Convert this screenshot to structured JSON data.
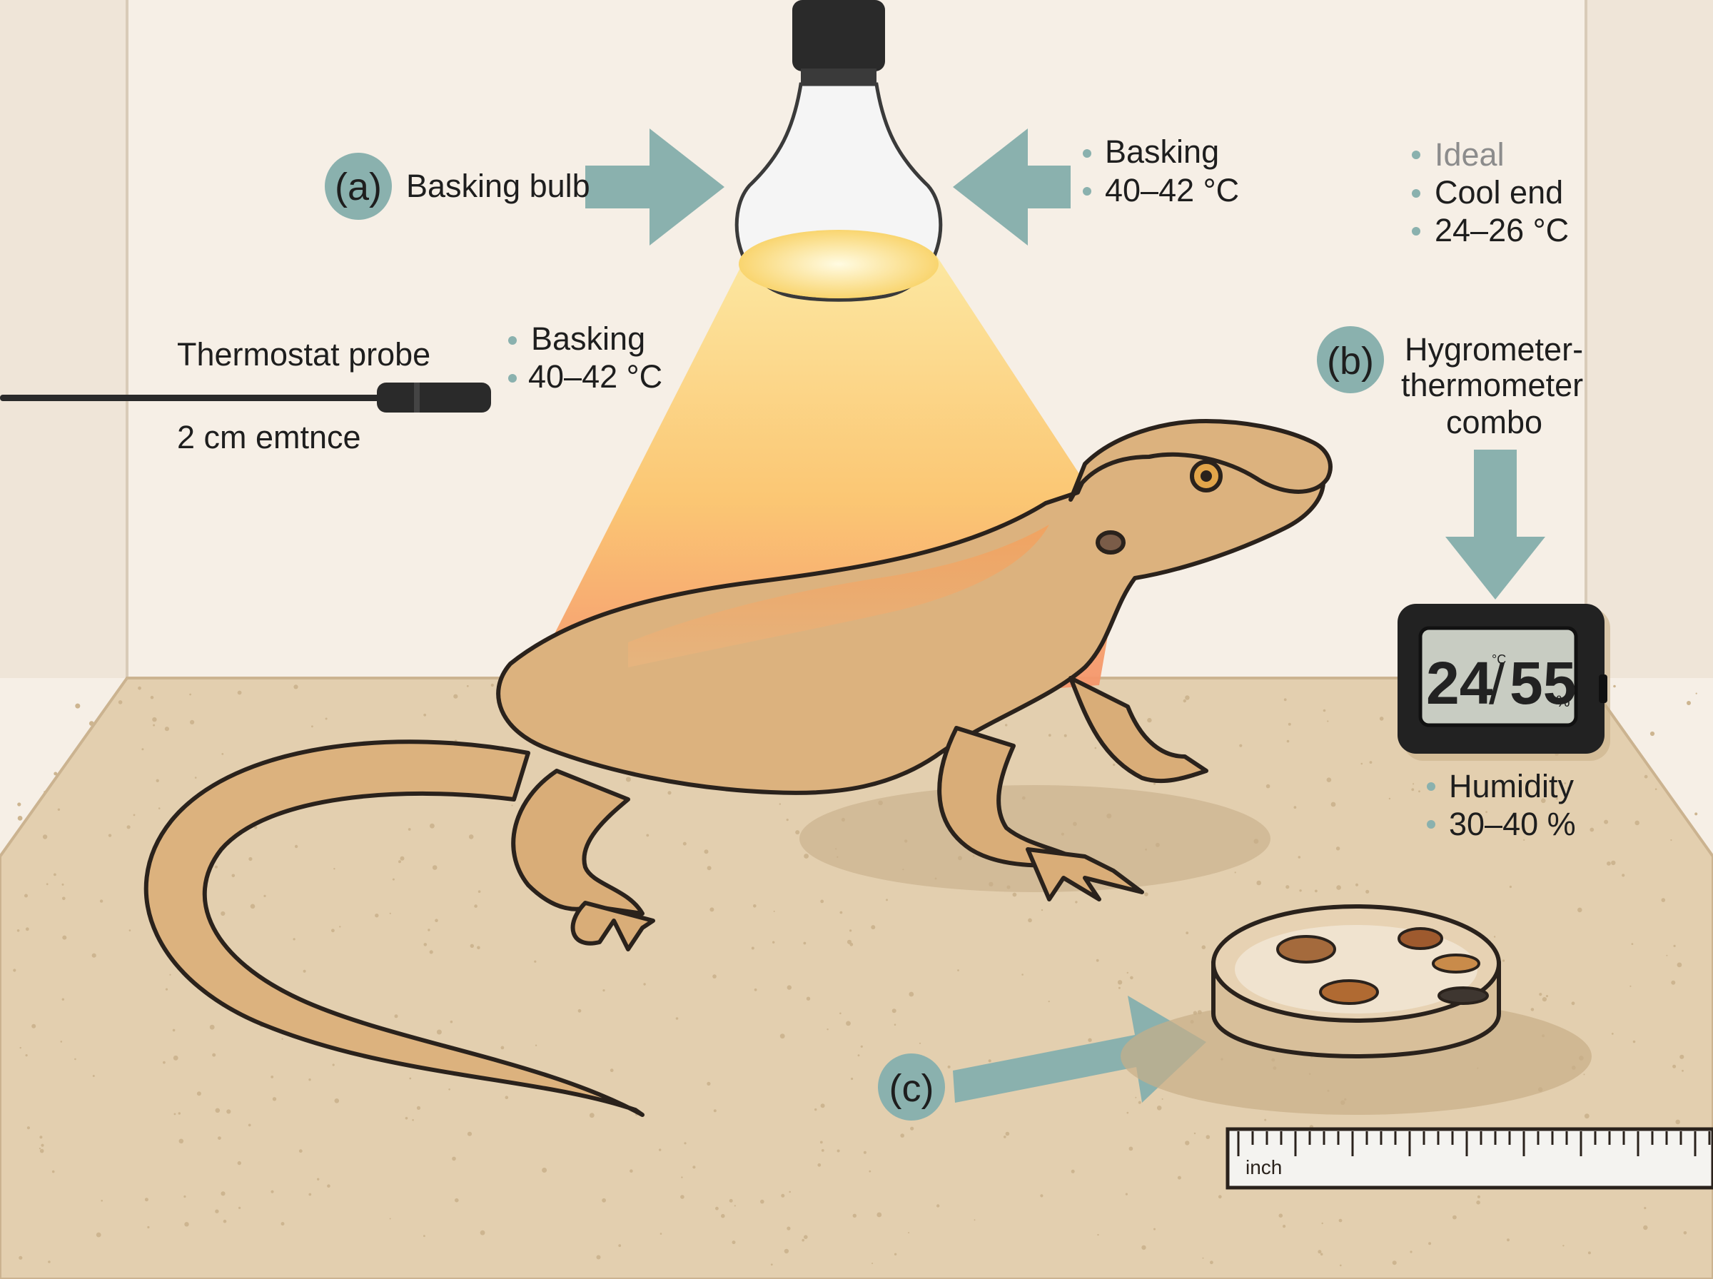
{
  "callouts": {
    "a": {
      "badge": "(a)",
      "label": "Basking bulb"
    },
    "b": {
      "badge": "(b)",
      "label_lines": [
        "Hygrometer-",
        "thermometer",
        "combo"
      ]
    },
    "c": {
      "badge": "(c)"
    }
  },
  "basking_top": {
    "lines": [
      "Basking",
      "40–42 °C"
    ]
  },
  "ideal_cool": {
    "lines": [
      "Ideal",
      "Cool end",
      "24–26 °C"
    ]
  },
  "probe": {
    "title": "Thermostat probe",
    "note": "2 cm emtnce"
  },
  "basking_probe": {
    "lines": [
      "Basking",
      "40–42 °C"
    ]
  },
  "humidity": {
    "lines": [
      "Humidity",
      "30–40 %"
    ]
  },
  "display": {
    "temp": "24",
    "temp_unit": "°C",
    "sep": "/",
    "humidity": "55",
    "humidity_unit": "%"
  },
  "ruler": {
    "unit": "inch"
  },
  "colors": {
    "accent": "#8ab1ae",
    "wall": "#f6efe6",
    "substrate": "#e3cfaf",
    "outline": "#2a221c"
  }
}
